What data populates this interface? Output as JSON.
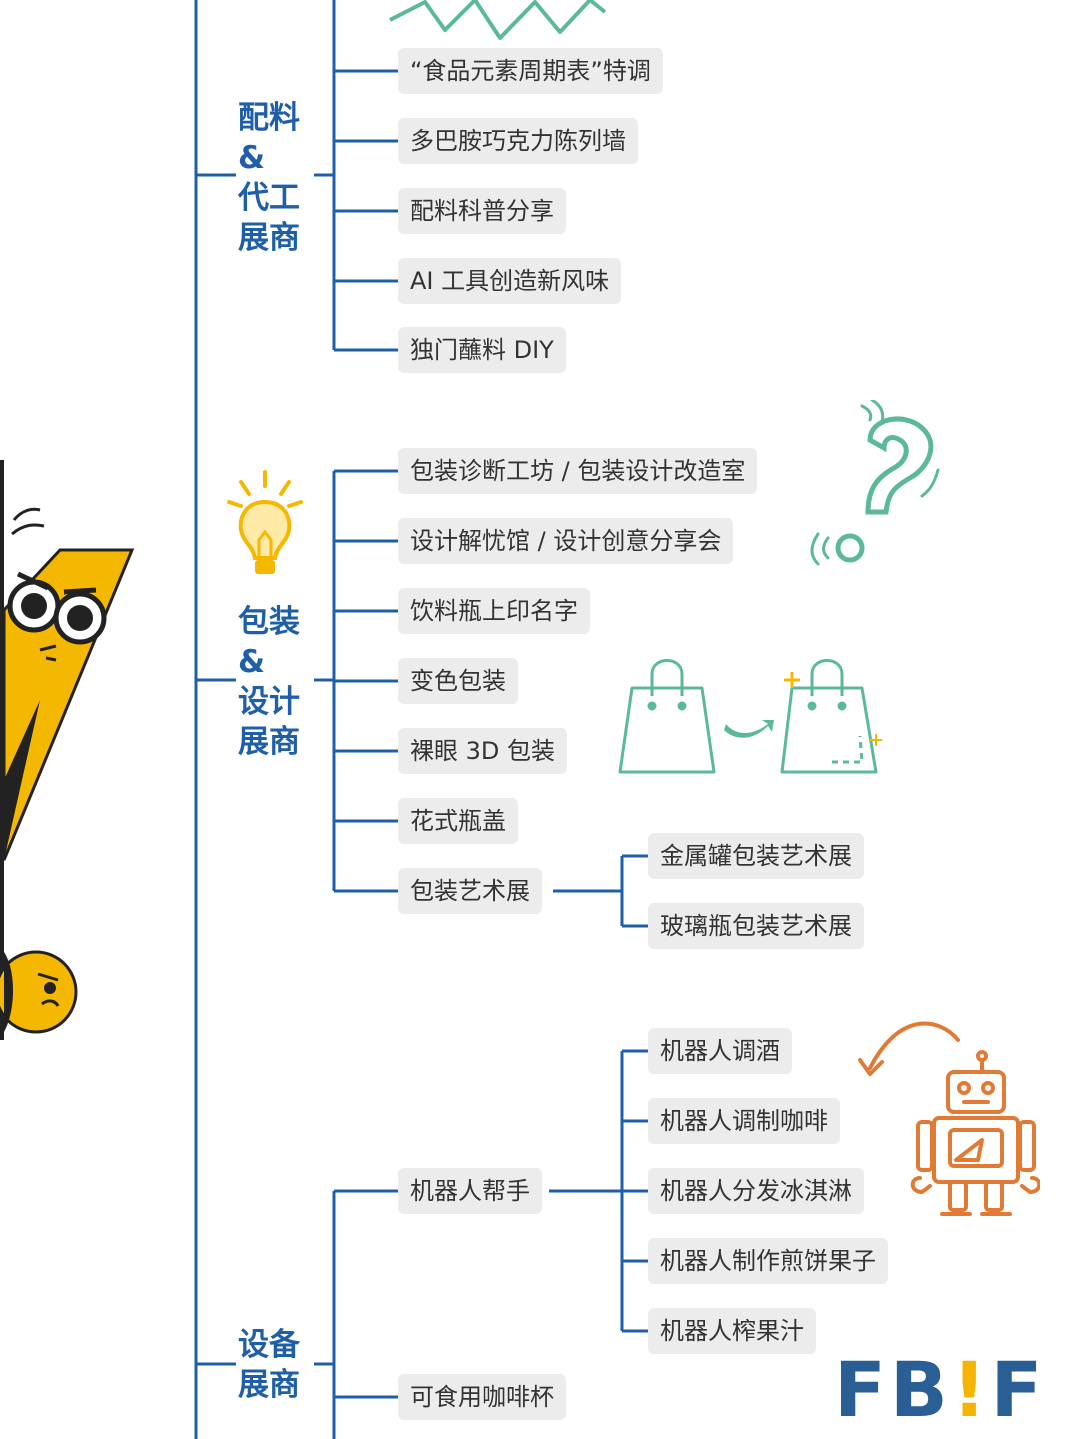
{
  "categories": {
    "ingredients": {
      "lines": [
        "配料",
        "&",
        "代工",
        "展商"
      ]
    },
    "packaging": {
      "lines": [
        "包装",
        "&",
        "设计",
        "展商"
      ]
    },
    "equipment": {
      "lines": [
        "设备",
        "展商"
      ]
    }
  },
  "ingredients_items": [
    "“食品元素周期表”特调",
    "多巴胺巧克力陈列墙",
    "配料科普分享",
    "AI 工具创造新风味",
    "独门蘸料 DIY"
  ],
  "packaging_items": [
    "包装诊断工坊 / 包装设计改造室",
    "设计解忧馆 / 设计创意分享会",
    "饮料瓶上印名字",
    "变色包装",
    "裸眼 3D 包装",
    "花式瓶盖",
    "包装艺术展"
  ],
  "packaging_art_children": [
    "金属罐包装艺术展",
    "玻璃瓶包装艺术展"
  ],
  "equipment_items": [
    "机器人帮手",
    "可食用咖啡杯"
  ],
  "robot_children": [
    "机器人调酒",
    "机器人调制咖啡",
    "机器人分发冰淇淋",
    "机器人制作煎饼果子",
    "机器人榨果汁"
  ],
  "logo": {
    "left": "FB",
    "bang": "!",
    "right": "F"
  },
  "colors": {
    "tree_line": "#1f5fa8",
    "category_text": "#1f5fa8",
    "node_bg": "#ececec",
    "mascot_yellow": "#f5b800",
    "doodle_green": "#5bb99a",
    "robot_orange": "#e07a35",
    "logo_blue": "#2a5f95",
    "logo_yellow": "#f5b400"
  }
}
